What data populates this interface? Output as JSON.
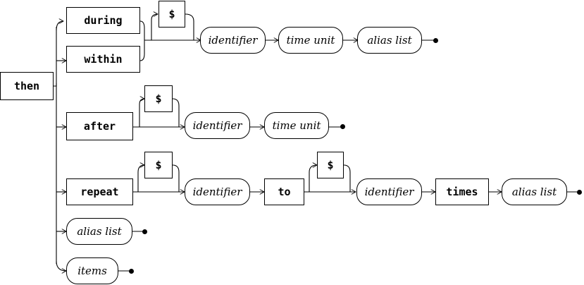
{
  "diagram": {
    "root": "then",
    "branches": [
      {
        "keywords": [
          "during",
          "within"
        ],
        "optional": "$",
        "sequence": [
          "identifier",
          "time unit",
          "alias list"
        ]
      },
      {
        "keyword": "after",
        "optional": "$",
        "sequence": [
          "identifier",
          "time unit"
        ]
      },
      {
        "keyword": "repeat",
        "optional": "$",
        "sequence": [
          "identifier",
          "to",
          "$",
          "identifier",
          "times",
          "alias list"
        ]
      },
      {
        "sequence": [
          "alias list"
        ]
      },
      {
        "sequence": [
          "items"
        ]
      }
    ]
  }
}
